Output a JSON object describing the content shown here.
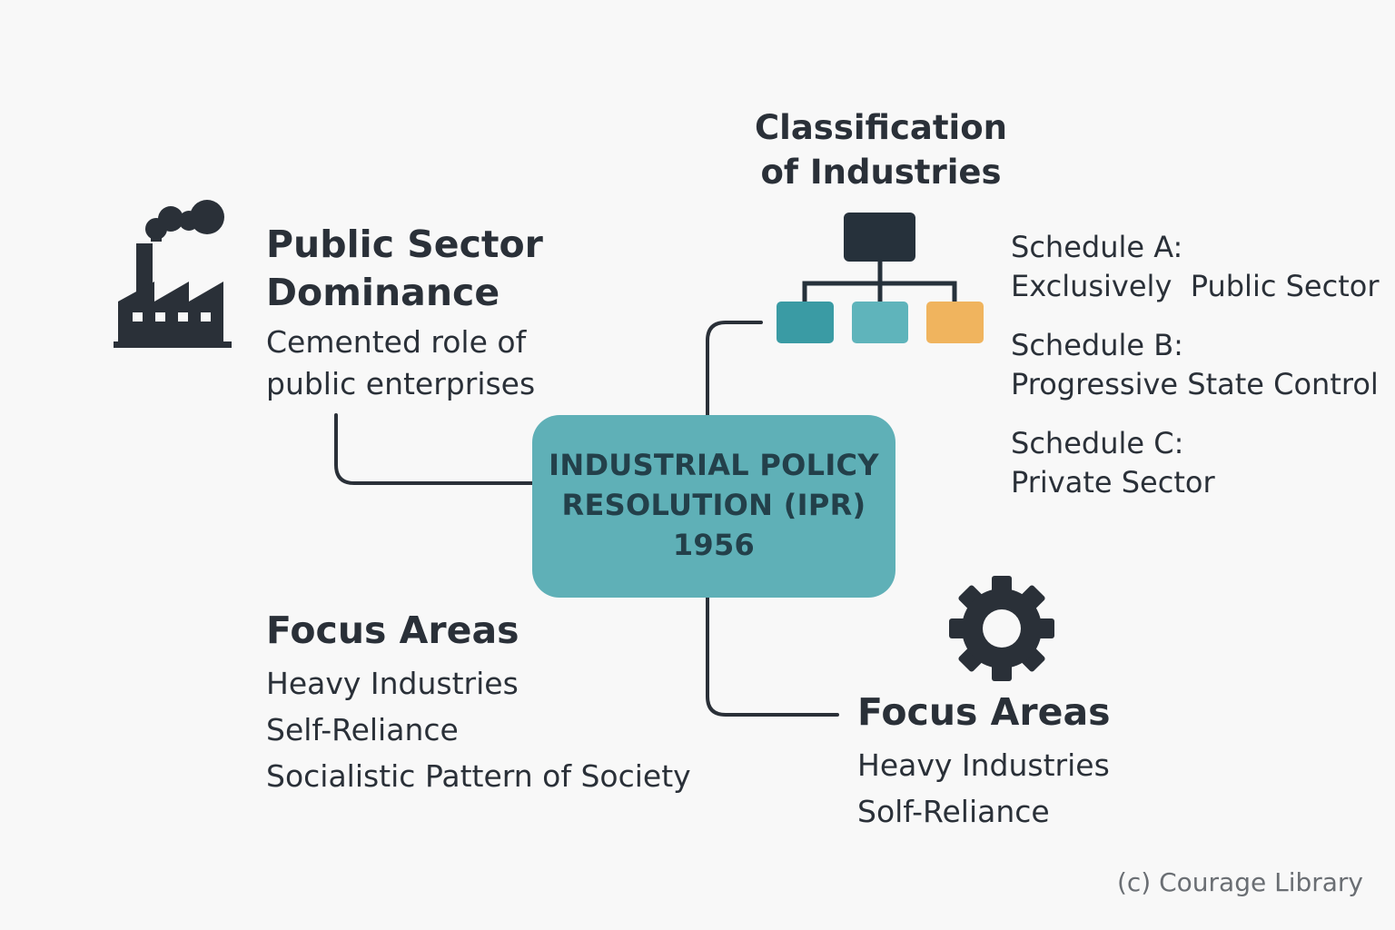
{
  "colors": {
    "background": "#f8f8f8",
    "ink": "#2a3038",
    "center_fill": "#5fb0b7",
    "center_text": "#23404a",
    "connector": "#2a3038",
    "node_dark": "#26313b",
    "node_teal_dark": "#3a9ba4",
    "node_teal_light": "#5fb4bb",
    "node_orange": "#f0b45e",
    "credit": "#6a6e73"
  },
  "center": {
    "lines": [
      "INDUSTRIAL POLICY",
      "RESOLUTION (IPR)",
      "1956"
    ]
  },
  "public_sector": {
    "icon": "factory-icon",
    "title_lines": [
      "Public Sector",
      "Dominance"
    ],
    "desc_lines": [
      "Cemented role of",
      "public enterprises"
    ]
  },
  "classification": {
    "icon": "hierarchy-icon",
    "title_lines": [
      "Classification",
      "of Industries"
    ],
    "schedules": [
      {
        "label": "Schedule A:",
        "desc": "Exclusively  Public Sector"
      },
      {
        "label": "Schedule B:",
        "desc": "Progressive State Control"
      },
      {
        "label": "Schedule C:",
        "desc": "Private Sector"
      }
    ]
  },
  "focus_left": {
    "title": "Focus Areas",
    "items": [
      "Heavy Industries",
      "Self-Reliance",
      "Socialistic Pattern of Society"
    ]
  },
  "focus_right": {
    "icon": "gear-icon",
    "title": "Focus Areas",
    "items": [
      "Heavy Industries",
      "Solf-Reliance"
    ]
  },
  "credit": "(c) Courage Library"
}
